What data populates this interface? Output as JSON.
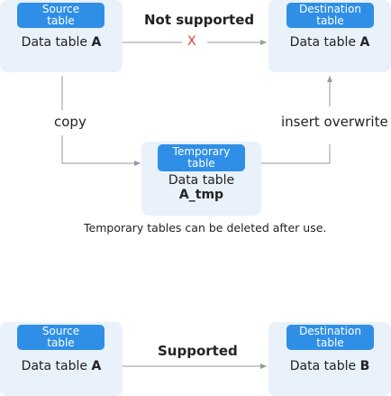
{
  "colors": {
    "box_bg": "#e9f1fb",
    "pill_bg": "#2f8fe6",
    "pill_text": "#ffffff",
    "line": "#999999",
    "cross": "#e53935"
  },
  "top": {
    "source": {
      "tag": "Source\ntable",
      "label_prefix": "Data table ",
      "label_bold": "A"
    },
    "destination": {
      "tag": "Destination\ntable",
      "label_prefix": "Data table ",
      "label_bold": "A"
    },
    "heading": "Not supported",
    "cross_mark": "X"
  },
  "middle": {
    "copy_label": "copy",
    "insert_label": "insert overwrite",
    "temporary": {
      "tag": "Temporary\ntable",
      "label_line1": "Data table",
      "label_line2": "A_tmp"
    },
    "note": "Temporary tables can be deleted after use."
  },
  "bottom": {
    "source": {
      "tag": "Source\ntable",
      "label_prefix": "Data table ",
      "label_bold": "A"
    },
    "destination": {
      "tag": "Destination\ntable",
      "label_prefix": "Data table ",
      "label_bold": "B"
    },
    "heading": "Supported"
  }
}
